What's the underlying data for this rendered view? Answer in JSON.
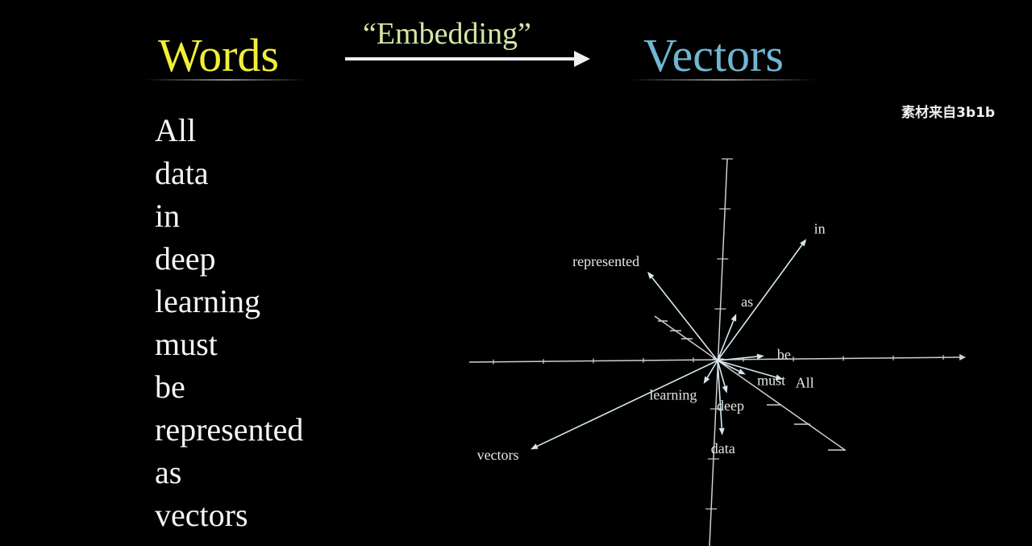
{
  "header": {
    "words_title": "Words",
    "embedding_label": "“Embedding”",
    "vectors_title": "Vectors",
    "watermark": "素材来自3b1b"
  },
  "words": [
    "All",
    "data",
    "in",
    "deep",
    "learning",
    "must",
    "be",
    "represented",
    "as",
    "vectors"
  ],
  "colors": {
    "words_title": "#f2ee3a",
    "vectors_title": "#6fb6d3",
    "embedding_label": "#d4e6a8",
    "vector_arrow": "#d6e8f0",
    "axis": "#cfcfcf"
  },
  "vectors": [
    {
      "label": "in",
      "x": 1.9,
      "y": 2.6
    },
    {
      "label": "represented",
      "x": -1.5,
      "y": 1.9
    },
    {
      "label": "as",
      "x": 0.4,
      "y": 1.0
    },
    {
      "label": "be",
      "x": 1.0,
      "y": 0.1
    },
    {
      "label": "All",
      "x": 1.4,
      "y": -0.4
    },
    {
      "label": "must",
      "x": 0.6,
      "y": -0.3
    },
    {
      "label": "deep",
      "x": 0.2,
      "y": -0.7
    },
    {
      "label": "learning",
      "x": -0.3,
      "y": -0.5
    },
    {
      "label": "data",
      "x": 0.1,
      "y": -1.6
    },
    {
      "label": "vectors",
      "x": -4.0,
      "y": -1.9
    }
  ]
}
